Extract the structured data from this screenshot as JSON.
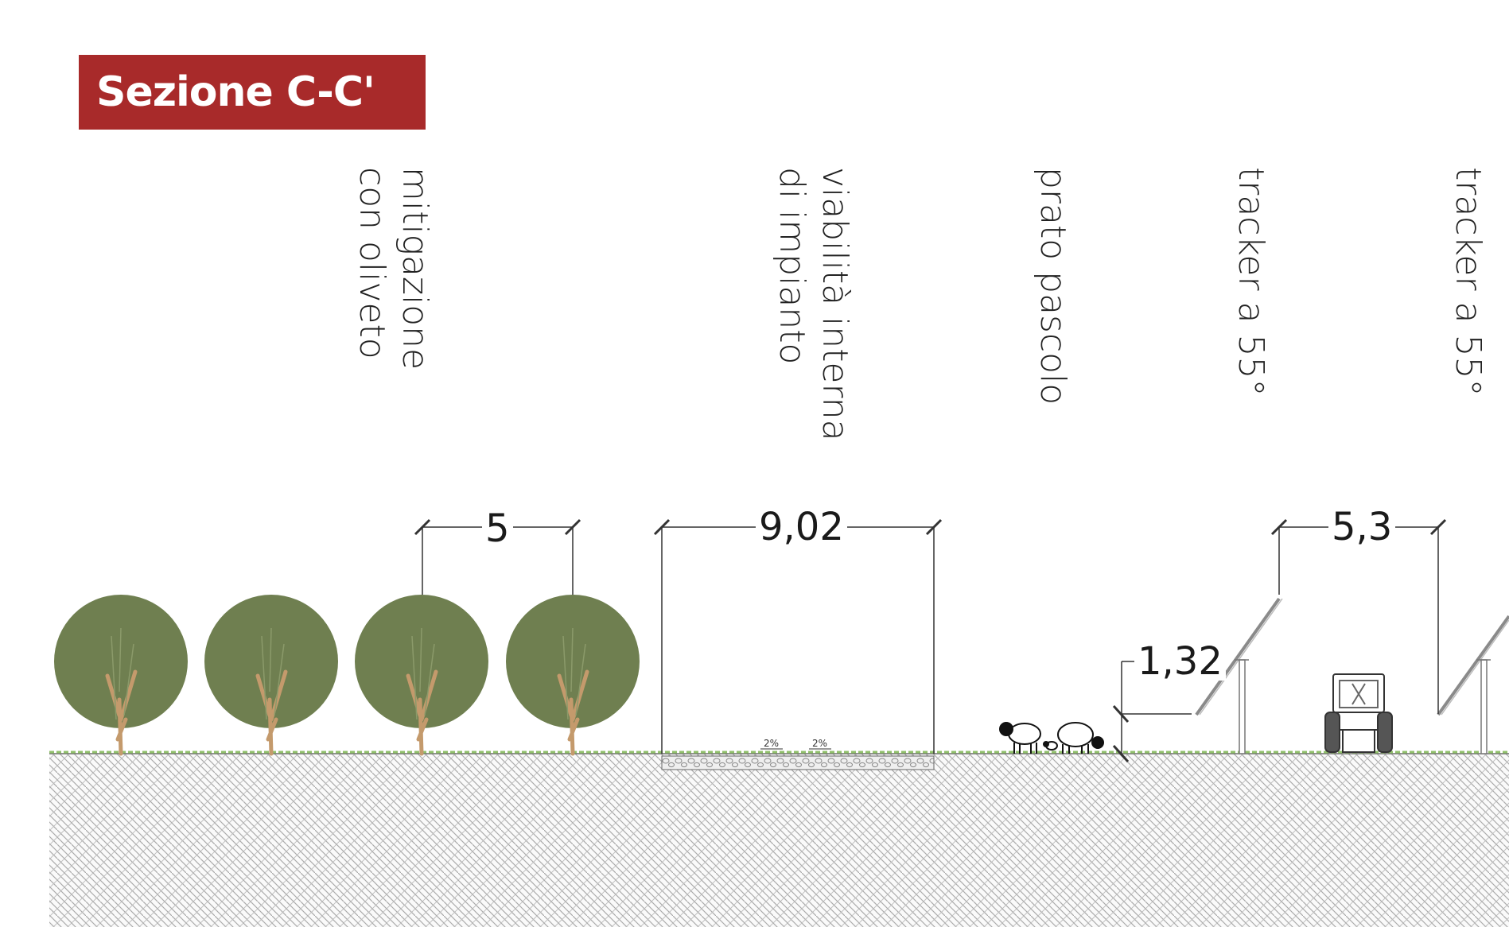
{
  "title": "Sezione C-C'",
  "labels": {
    "mitigation": "mitigazione\ncon oliveto",
    "road": "viabilità interna\ndi impianto",
    "pasture": "prato pascolo",
    "tracker_1": "tracker a 55°",
    "tracker_2": "tracker a 55°"
  },
  "dimensions": {
    "tree_spacing": "5",
    "road_width": "9,02",
    "tracker_height": "1,32",
    "tracker_spacing": "5,3"
  },
  "road_slopes": [
    "2%",
    "2%"
  ],
  "colors": {
    "title_bg": "#a82a2a",
    "tree_canopy": "#6f7f50",
    "tree_trunk": "#c49a6c",
    "grass": "#8fbf6a",
    "ground_hatch": "#9a9a9a"
  },
  "icons": [
    "olive-tree-icon",
    "sheep-icon",
    "tractor-icon",
    "solar-tracker-icon"
  ]
}
